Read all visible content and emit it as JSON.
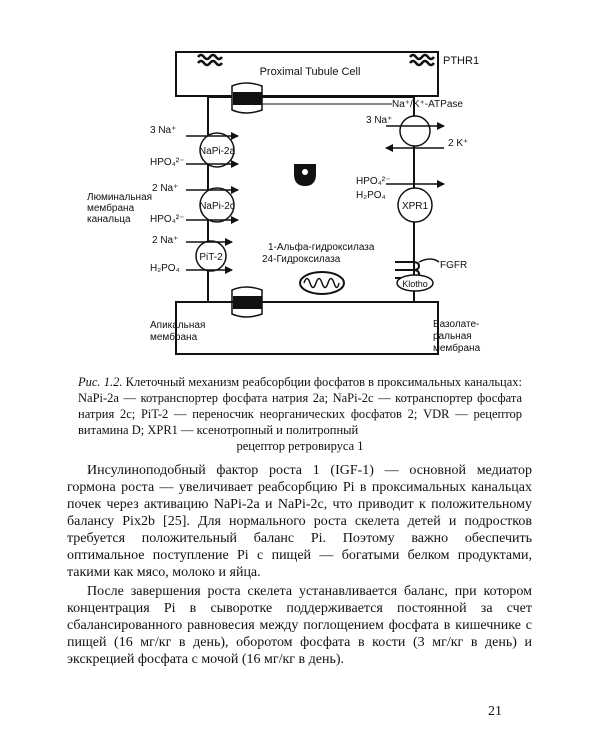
{
  "figure": {
    "cell_title": "Proximal Tubule Cell",
    "pthr1": "PTHR1",
    "na_k_atpase": "Na⁺/K⁺-ATPase",
    "three_na_left": "3 Na⁺",
    "napi2a": "NaPi-2a",
    "hpo4_a": "HPO₄²⁻",
    "two_na_a": "2 Na⁺",
    "napi2c": "NaPi-2c",
    "hpo4_b": "HPO₄²⁻",
    "two_na_b": "2 Na⁺",
    "pit2": "PiT-2",
    "h2po4_left": "H₂PO₄",
    "luminal_1": "Люминальная",
    "luminal_2": "мембрана",
    "luminal_3": "канальца",
    "three_na_right": "3 Na⁺",
    "two_k": "2 K⁺",
    "hpo4_right": "HPO₄²⁻",
    "h2po4_right": "H₂PO₄",
    "xpr1": "XPR1",
    "hydroxylase_1": "1-Альфа-гидроксилаза",
    "hydroxylase_2": "24-Гидроксилаза",
    "fgfr": "FGFR",
    "klotho": "Klotho",
    "apical_1": "Апикальная",
    "apical_2": "мембрана",
    "basolateral_1": "Базолате-",
    "basolateral_2": "ральная",
    "basolateral_3": "мембрана"
  },
  "caption": {
    "label": "Рис. 1.2.",
    "text": "Клеточный механизм реабсорбции фосфатов в проксимальных канальцах: NaPi-2a — котранспортер фосфата натрия 2a; NaPi-2c — котранспортер фосфата натрия 2c; PiT-2 — переносчик неорганических фосфатов 2; VDR — рецептор витамина D; XPR1 — ксенотропный и политропный",
    "last_line": "рецептор ретровируса 1"
  },
  "body": {
    "p1": "Инсулиноподобный фактор роста 1 (IGF-1) — основной медиатор гормона роста — увеличивает реабсорбцию Pi в проксимальных канальцах почек через активацию NaPi-2a и NaPi-2c, что приводит к положительному балансу Pix2b [25]. Для нормального роста скелета детей и подростков требуется положительный баланс Pi. Поэтому важно обеспечить оптимальное поступление Pi с пищей — богатыми белком продуктами, такими как мясо, молоко и яйца.",
    "p2": "После завершения роста скелета устанавливается баланс, при котором концентрация Pi в сыворотке поддерживается постоянной за счет сбалансированного равновесия между поглощением фосфата в кишечнике с пищей (16 мг/кг в день), оборотом фосфата в кости (3 мг/кг в день) и экскрецией фосфата с мочой (16 мг/кг в день)."
  },
  "page_number": "21"
}
